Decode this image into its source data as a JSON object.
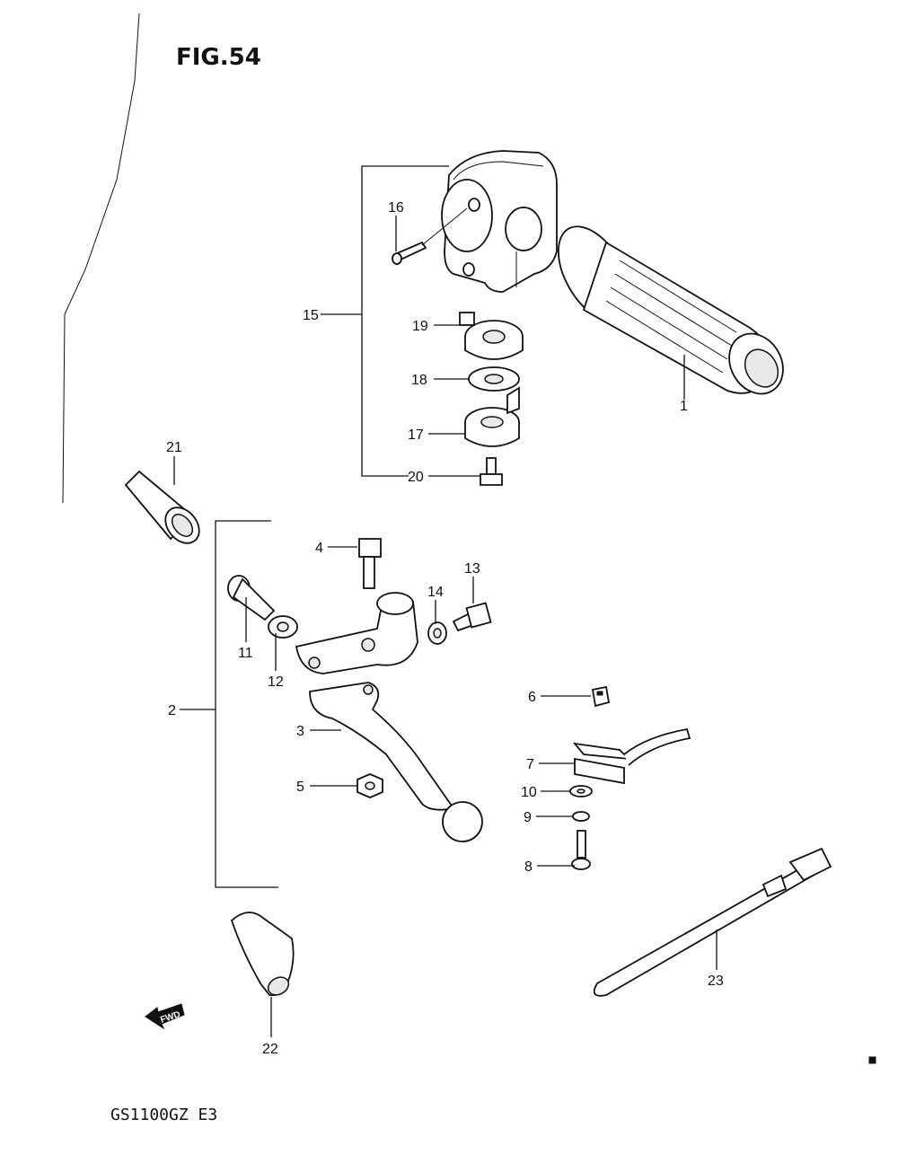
{
  "figure": {
    "title": "FIG.54",
    "model_code": "GS1100GZ E3",
    "fwd_label": "FWD"
  },
  "callouts": [
    {
      "id": "1",
      "text": "1"
    },
    {
      "id": "2",
      "text": "2"
    },
    {
      "id": "3",
      "text": "3"
    },
    {
      "id": "4",
      "text": "4"
    },
    {
      "id": "5",
      "text": "5"
    },
    {
      "id": "6",
      "text": "6"
    },
    {
      "id": "7",
      "text": "7"
    },
    {
      "id": "8",
      "text": "8"
    },
    {
      "id": "9",
      "text": "9"
    },
    {
      "id": "10",
      "text": "10"
    },
    {
      "id": "11",
      "text": "11"
    },
    {
      "id": "12",
      "text": "12"
    },
    {
      "id": "13",
      "text": "13"
    },
    {
      "id": "14",
      "text": "14"
    },
    {
      "id": "15",
      "text": "15"
    },
    {
      "id": "16",
      "text": "16"
    },
    {
      "id": "17",
      "text": "17"
    },
    {
      "id": "18",
      "text": "18"
    },
    {
      "id": "19",
      "text": "19"
    },
    {
      "id": "20",
      "text": "20"
    },
    {
      "id": "21",
      "text": "21"
    },
    {
      "id": "22",
      "text": "22"
    },
    {
      "id": "23",
      "text": "23"
    }
  ]
}
